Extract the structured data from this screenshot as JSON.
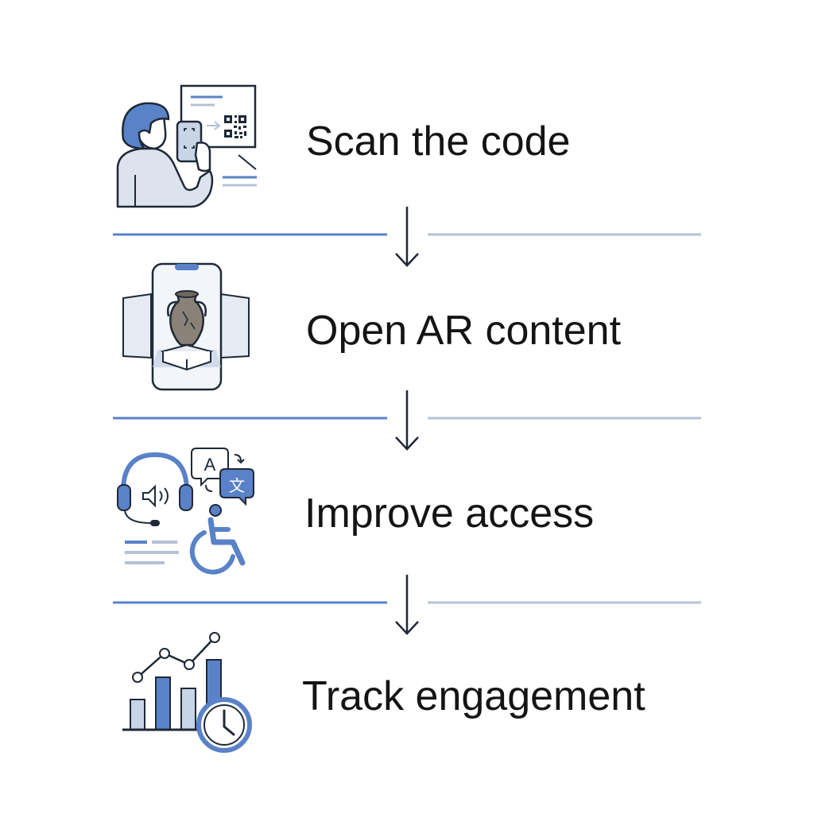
{
  "colors": {
    "accent": "#5a82c8",
    "accent_light": "#c8d4e8",
    "outline": "#1f2937",
    "muted_line": "#b4c2d6",
    "vase": "#8a8276",
    "text": "#141414"
  },
  "steps": [
    {
      "label": "Scan the code",
      "icon": "person-scanning-qr-icon"
    },
    {
      "label": "Open AR content",
      "icon": "phone-ar-vase-icon"
    },
    {
      "label": "Improve access",
      "icon": "accessibility-icons"
    },
    {
      "label": "Track engagement",
      "icon": "analytics-chart-clock-icon"
    }
  ],
  "icon_text": {
    "translate_a": "A",
    "translate_wen": "文"
  }
}
